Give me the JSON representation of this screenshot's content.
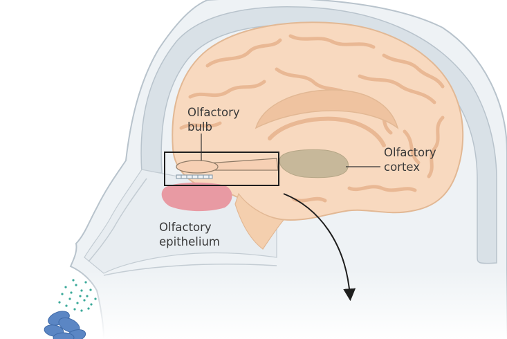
{
  "labels": {
    "olfactory_bulb": [
      "Olfactory",
      "bulb"
    ],
    "olfactory_cortex": [
      "Olfactory",
      "cortex"
    ],
    "olfactory_epithelium": [
      "Olfactory",
      "epithelium"
    ]
  },
  "colors": {
    "brain": "#f8d9bf",
    "brain_fold": "#e9b894",
    "cortex": "#c7b89a",
    "epithelium": "#e89aa3",
    "skull": "#d6dde3",
    "head_outline": "#b8c3cc",
    "odor_particles": "#3aa999",
    "flower": "#5b86c4",
    "callout": "#1e1e1e"
  }
}
